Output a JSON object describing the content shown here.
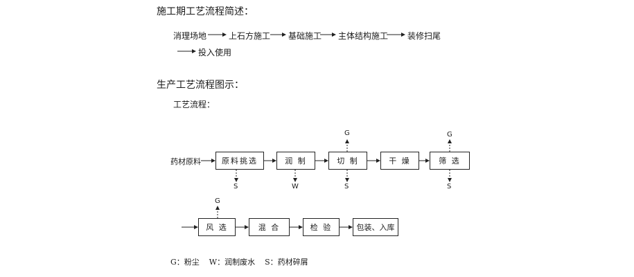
{
  "construction": {
    "title": "施工期工艺流程简述：",
    "steps": [
      "消理场地",
      "上石方施工",
      "基础施工",
      "主体结构施工",
      "装修扫尾",
      "投入使用"
    ]
  },
  "production": {
    "title": "生产工艺流程图示：",
    "subtitle": "工艺流程：",
    "input_label": "药材原料",
    "row1": [
      "原料挑选",
      "润 制",
      "切 制",
      "干 燥",
      "筛 选"
    ],
    "row2": [
      "风 选",
      "混 合",
      "检 验",
      "包装、入库"
    ],
    "emissions": {
      "g": "G",
      "s": "S",
      "w": "W"
    },
    "legend": "G：粉尘    W：润制废水    S：药材碎屑"
  }
}
